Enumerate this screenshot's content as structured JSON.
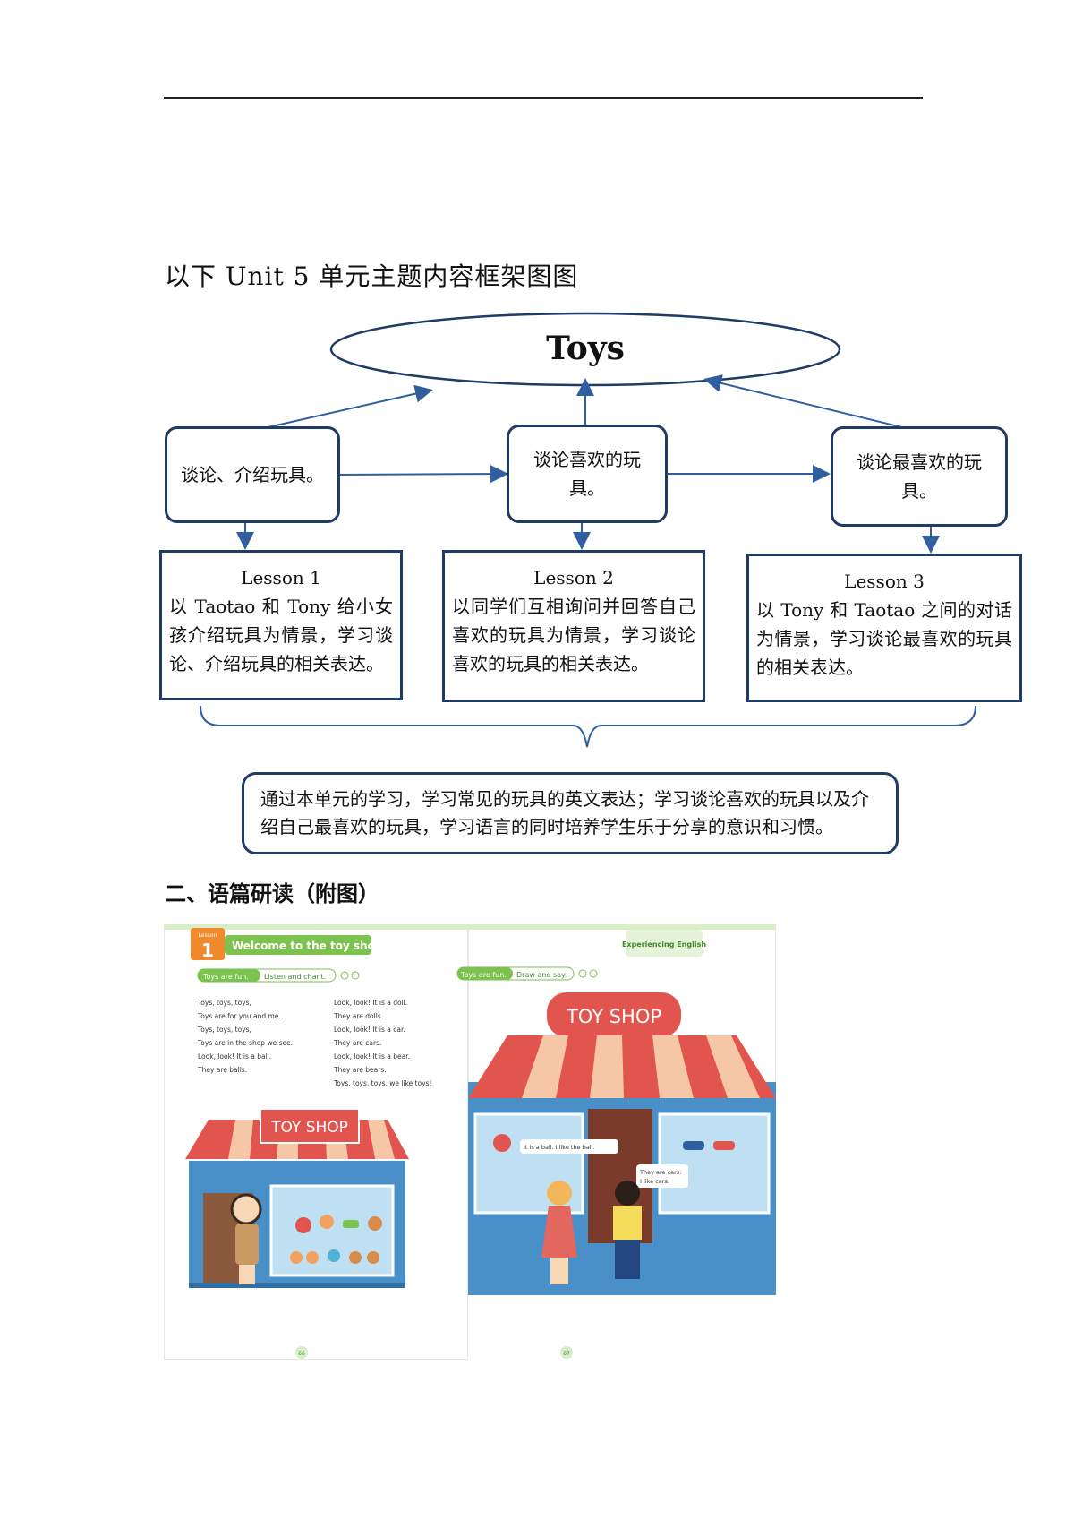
{
  "page": {
    "heading": "以下 Unit 5 单元主题内容框架图图",
    "section_heading": "二、语篇研读（附图）"
  },
  "diagram": {
    "root": "Toys",
    "goals": [
      "谈论、介绍玩具。",
      "谈论喜欢的玩具。",
      "谈论最喜欢的玩具。"
    ],
    "lessons": [
      {
        "title": "Lesson 1",
        "desc": "以 Taotao 和 Tony 给小女孩介绍玩具为情景，学习谈论、介绍玩具的相关表达。"
      },
      {
        "title": "Lesson 2",
        "desc": "以同学们互相询问并回答自己喜欢的玩具为情景，学习谈论喜欢的玩具的相关表达。"
      },
      {
        "title": "Lesson 3",
        "desc": "以 Tony 和 Taotao 之间的对话为情景，学习谈论最喜欢的玩具的相关表达。"
      }
    ],
    "summary": "通过本单元的学习，学习常见的玩具的英文表达；学习谈论喜欢的玩具以及介绍自己最喜欢的玩具，学习语言的同时培养学生乐于分享的意识和习惯。",
    "line_color": "#2f5f9e",
    "box_border_color": "#1f3b66"
  },
  "textbook": {
    "left": {
      "lesson_tag": "Lesson",
      "lesson_number": "1",
      "banner": "Welcome to the toy shop",
      "chip_a": "Toys are fun.",
      "chip_b": "Listen and chant.",
      "chant_col1": [
        "Toys, toys, toys,",
        "Toys are for you and me.",
        "Toys, toys, toys,",
        "Toys are in the shop we see.",
        "Look, look! It is a ball.",
        "They are balls."
      ],
      "chant_col2": [
        "Look, look! It is a doll.",
        "They are dolls.",
        "Look, look! It is a car.",
        "They are cars.",
        "Look, look! It is a bear.",
        "They are bears.",
        "Toys, toys, toys, we like toys!"
      ],
      "sign": "TOY SHOP",
      "page_no": "66"
    },
    "right": {
      "corner": "Experiencing English",
      "chip_a": "Toys are fun.",
      "chip_b": "Draw and say.",
      "sign": "TOY SHOP",
      "bubble_1": "It is a ball. I like the ball.",
      "bubble_2a": "They are cars.",
      "bubble_2b": "I like cars.",
      "page_no": "67"
    },
    "colors": {
      "awning_red": "#e2554f",
      "wall_blue": "#4a90c8",
      "green": "#7cc24e",
      "orange": "#f08a2c"
    }
  }
}
